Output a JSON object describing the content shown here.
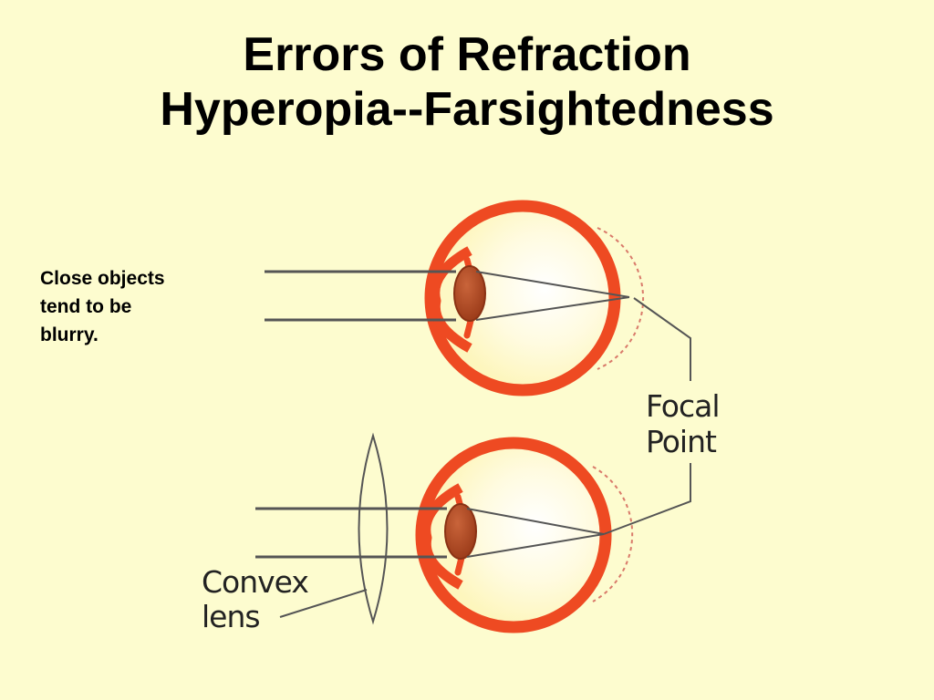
{
  "slide": {
    "title_line1": "Errors of Refraction",
    "title_line2": "Hyperopia--Farsightedness"
  },
  "note": {
    "line1": "Close objects",
    "line2": "tend to be",
    "line3": "blurry."
  },
  "diagram": {
    "focal_label_line1": "Focal",
    "focal_label_line2": "Point",
    "lens_label_line1": "Convex",
    "lens_label_line2": "lens"
  },
  "colors": {
    "background": "#fdfccf",
    "sclera": "#ee4a22",
    "eye_interior": "#fdf8c4",
    "lens": "#b24a22",
    "rays": "#555555"
  }
}
